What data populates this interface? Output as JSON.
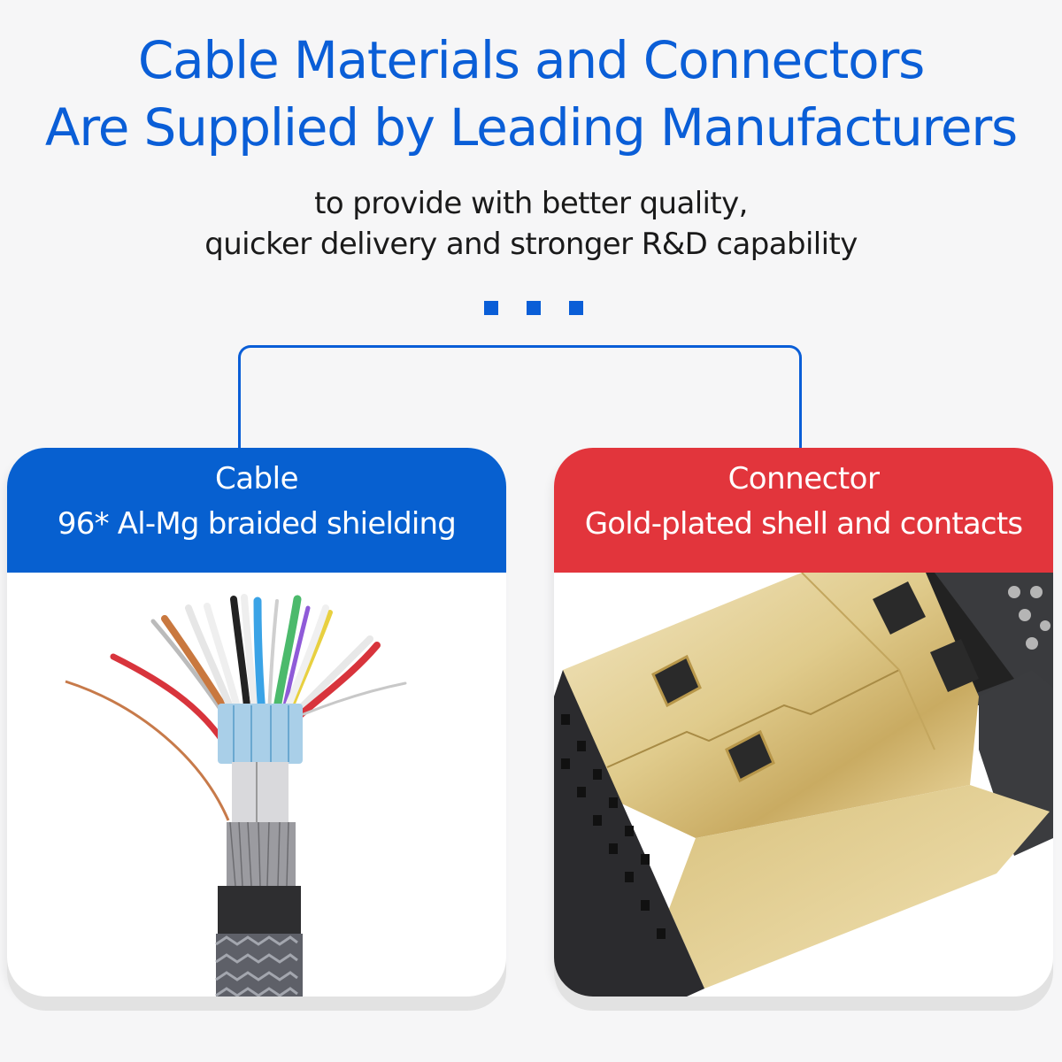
{
  "header": {
    "title_line1": "Cable Materials and Connectors",
    "title_line2": "Are Supplied by Leading Manufacturers",
    "subtitle_line1": "to provide with better quality,",
    "subtitle_line2": "quicker delivery and stronger R&D capability"
  },
  "decoration": {
    "dots_count": 3,
    "accent_color": "#0a5ed7"
  },
  "cards": [
    {
      "title": "Cable",
      "description": "96* Al-Mg braided shielding",
      "header_color": "#0760d0",
      "image": "stripped-cable-with-colored-wires-photo"
    },
    {
      "title": "Connector",
      "description": "Gold-plated shell and contacts",
      "header_color": "#e2353c",
      "image": "gold-plated-hdmi-connector-photo"
    }
  ]
}
